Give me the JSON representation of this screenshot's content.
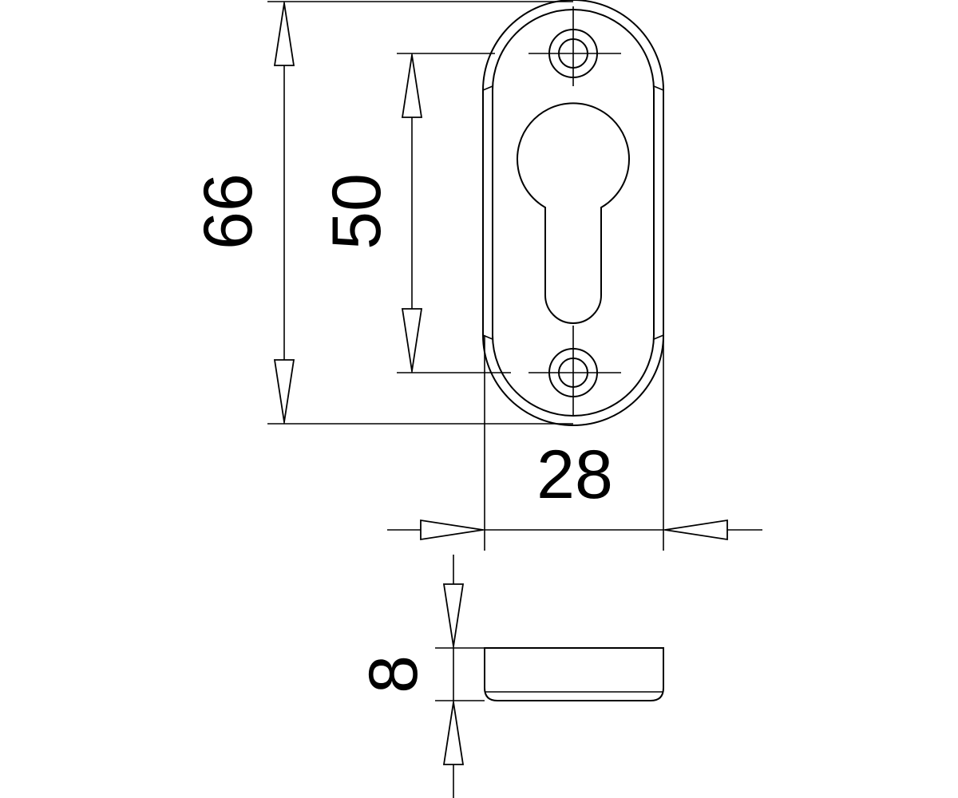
{
  "dimensions": {
    "overall_height": "66",
    "hole_spacing": "50",
    "width": "28",
    "thickness": "8"
  },
  "colors": {
    "line": "#000000",
    "background": "#ffffff"
  }
}
